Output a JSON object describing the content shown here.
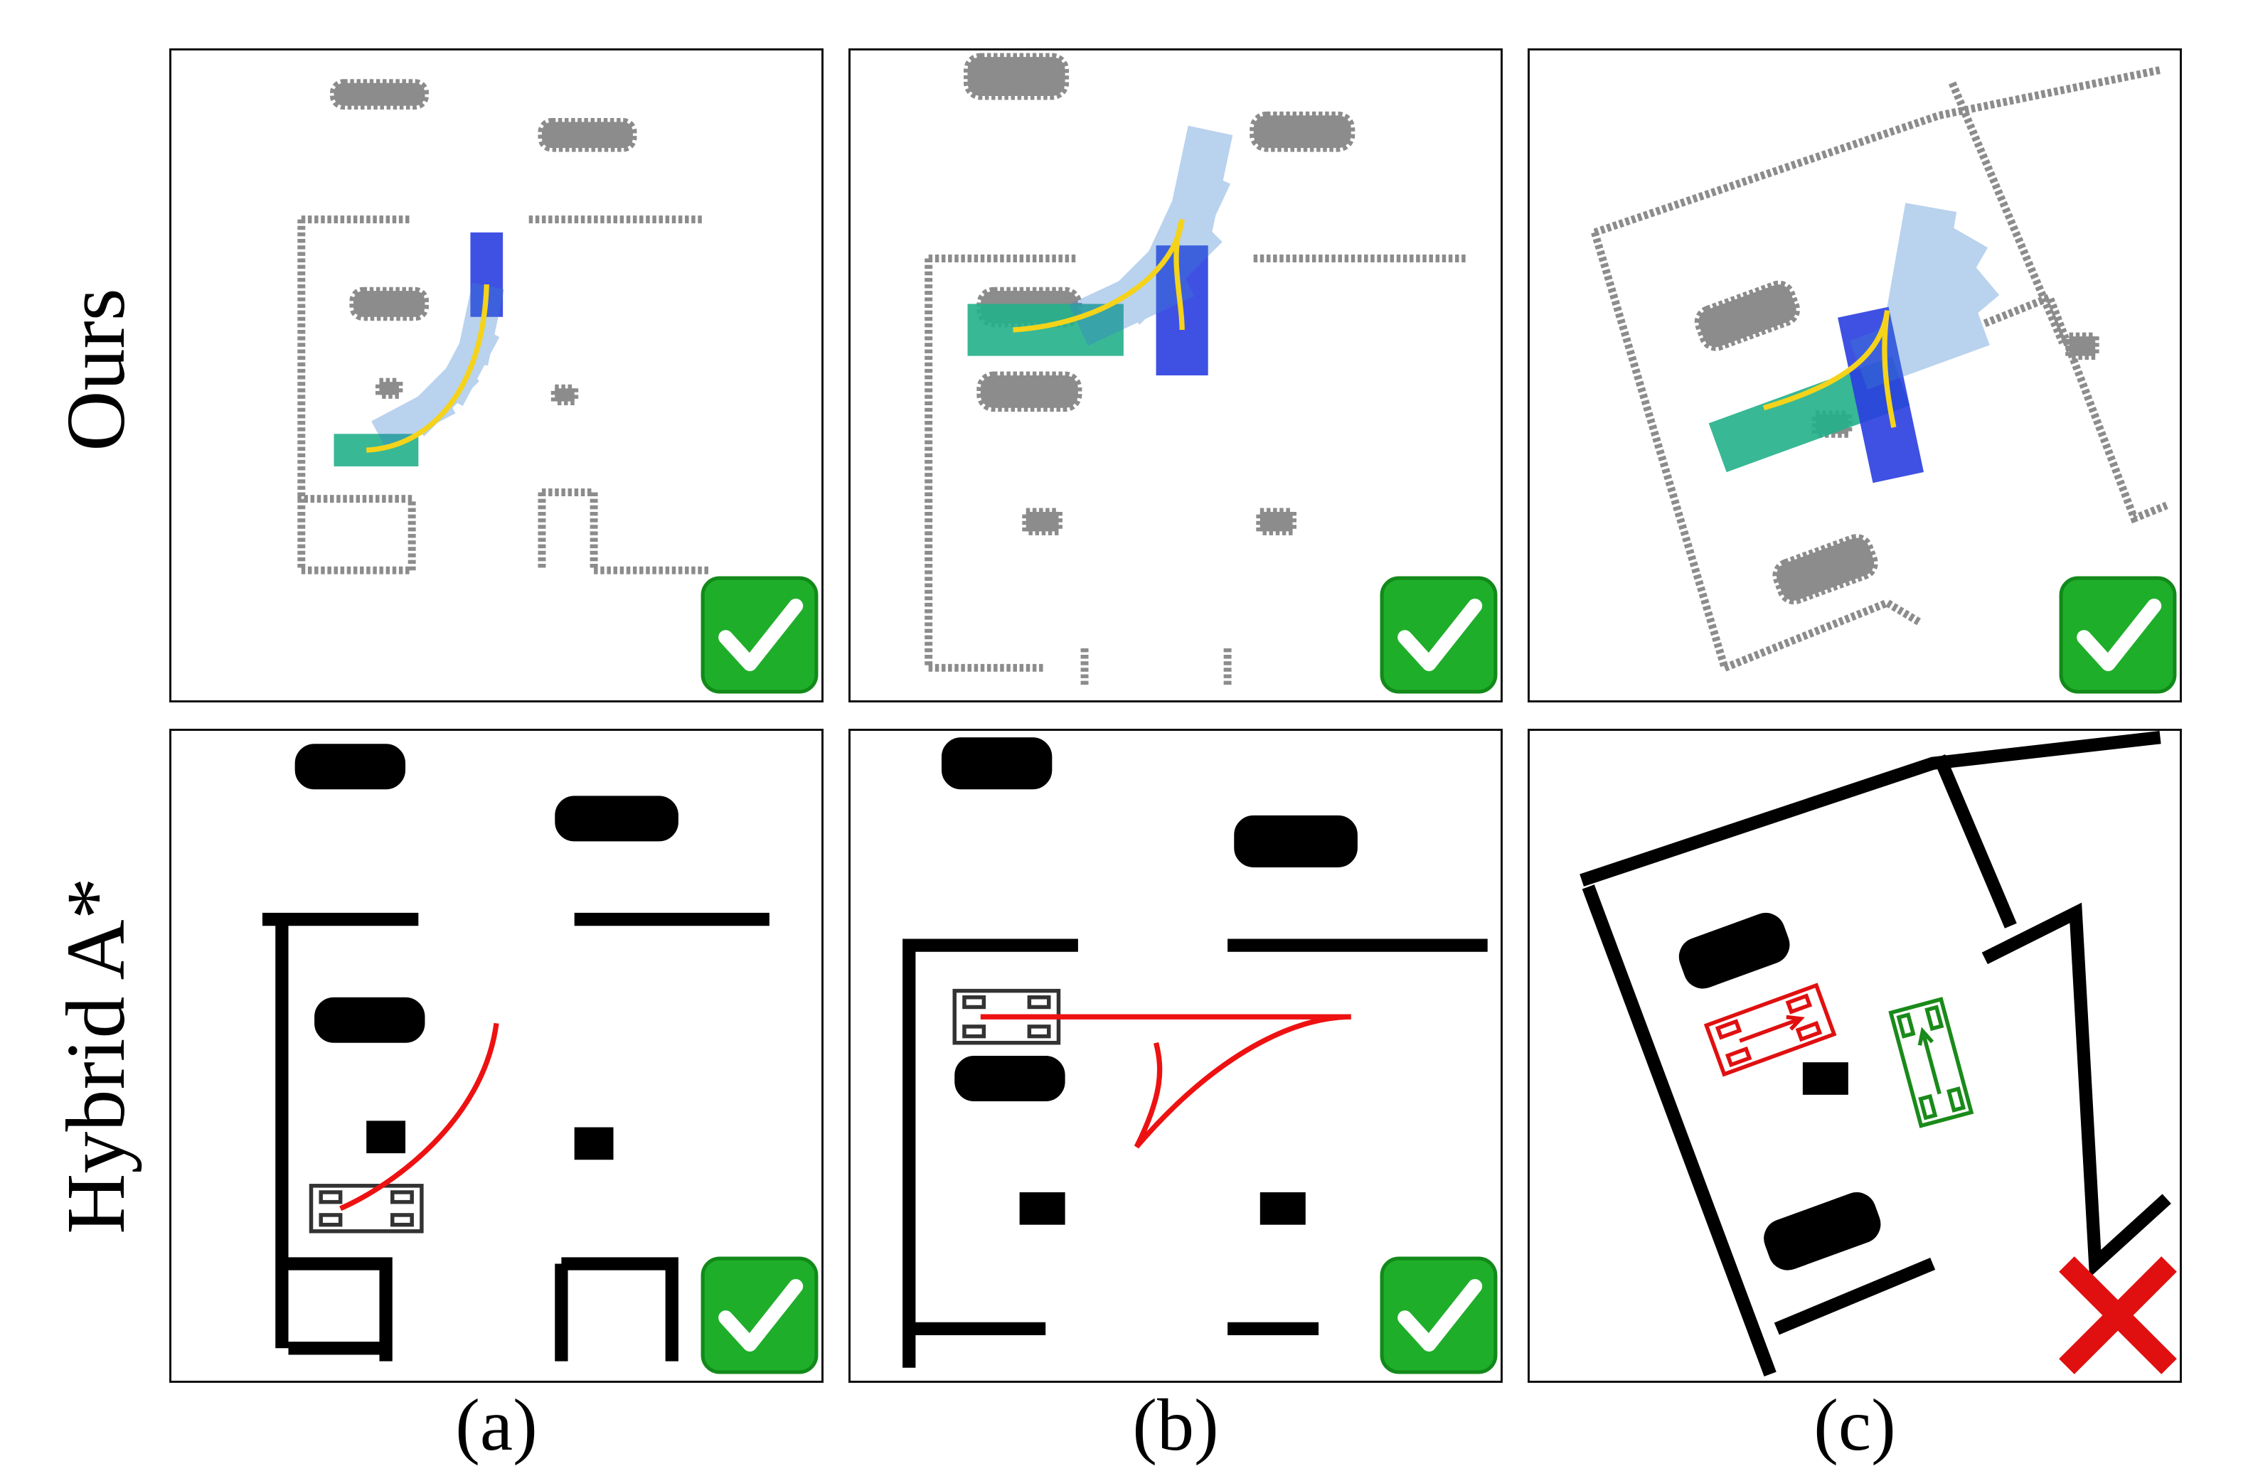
{
  "rows": [
    {
      "label": "Ours"
    },
    {
      "label": "Hybrid A*"
    }
  ],
  "columns": [
    {
      "label": "(a)"
    },
    {
      "label": "(b)"
    },
    {
      "label": "(c)"
    }
  ],
  "results": [
    [
      "success",
      "success",
      "success"
    ],
    [
      "success",
      "success",
      "failure"
    ]
  ],
  "colors": {
    "map_ours": "#8c8c8c",
    "map_hybrid": "#000000",
    "start_pose": "#22b08a",
    "goal_pose": "#2a3ee0",
    "trajectory_ours": "#f5d31a",
    "trajectory_hybrid": "#ee1111",
    "success_badge": "#1fae2a",
    "failure_mark": "#e01010"
  }
}
